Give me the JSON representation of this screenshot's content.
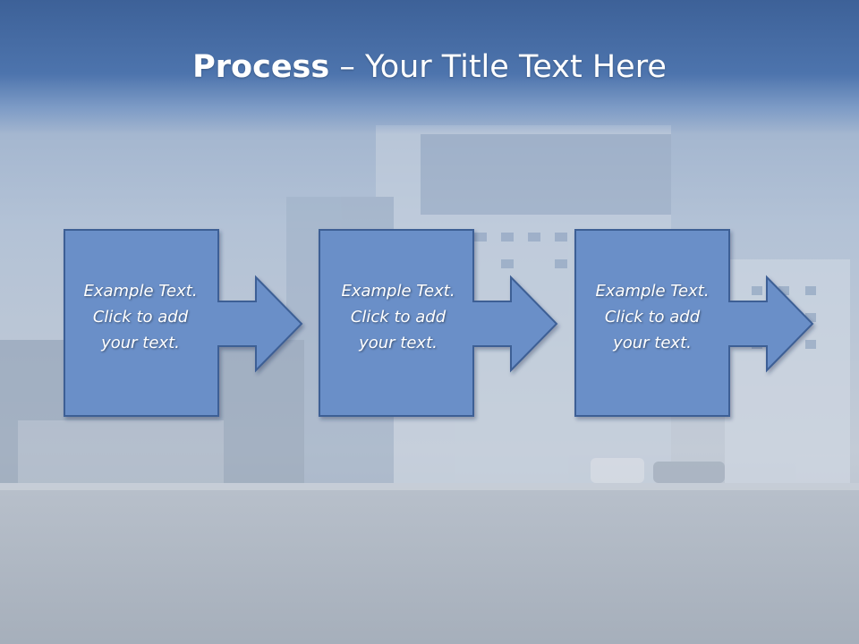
{
  "slide": {
    "title_bold": "Process",
    "title_rest": " – Your Title Text Here",
    "steps": [
      {
        "lines": [
          "Example Text.",
          "Click  to add",
          "your text."
        ]
      },
      {
        "lines": [
          "Example Text.",
          "Click  to add",
          "your text."
        ]
      },
      {
        "lines": [
          "Example Text.",
          "Click  to add",
          "your text."
        ]
      }
    ]
  },
  "colors": {
    "title_bar": "#4d74ad",
    "box_fill": "#6a8fc8",
    "box_stroke": "#3e5f95",
    "text": "#ffffff"
  }
}
